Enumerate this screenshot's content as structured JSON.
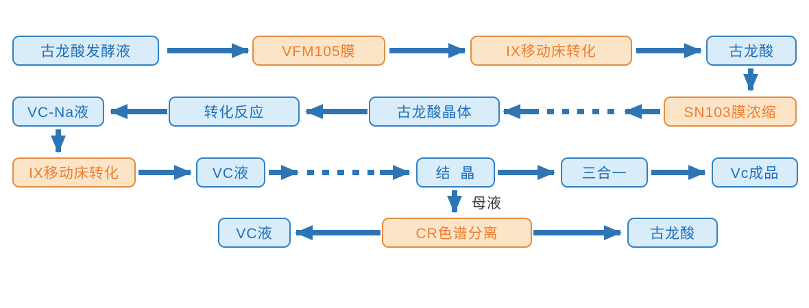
{
  "nodes": [
    {
      "label": "古龙酸发酵液",
      "type": "blue"
    },
    {
      "label": "VFM105膜",
      "type": "orange"
    },
    {
      "label": "IX移动床转化",
      "type": "orange"
    },
    {
      "label": "古龙酸",
      "type": "blue"
    },
    {
      "label": "VC-Na液",
      "type": "blue"
    },
    {
      "label": "转化反应",
      "type": "blue"
    },
    {
      "label": "古龙酸晶体",
      "type": "blue"
    },
    {
      "label": "SN103膜浓缩",
      "type": "orange"
    },
    {
      "label": "IX移动床转化",
      "type": "orange"
    },
    {
      "label": "VC液",
      "type": "blue"
    },
    {
      "label": "结  晶",
      "type": "blue"
    },
    {
      "label": "三合一",
      "type": "blue"
    },
    {
      "label": "Vc成品",
      "type": "blue"
    },
    {
      "label": "VC液",
      "type": "blue"
    },
    {
      "label": "CR色谱分离",
      "type": "orange"
    },
    {
      "label": "古龙酸",
      "type": "blue"
    }
  ],
  "labels": {
    "mother_liquor": "母液"
  },
  "edges": [
    {
      "from": "古龙酸发酵液",
      "to": "VFM105膜",
      "style": "solid"
    },
    {
      "from": "VFM105膜",
      "to": "IX移动床转化",
      "style": "solid"
    },
    {
      "from": "IX移动床转化",
      "to": "古龙酸",
      "style": "solid"
    },
    {
      "from": "古龙酸",
      "to": "SN103膜浓缩",
      "style": "solid"
    },
    {
      "from": "SN103膜浓缩",
      "to": "古龙酸晶体",
      "style": "dashed"
    },
    {
      "from": "古龙酸晶体",
      "to": "转化反应",
      "style": "solid"
    },
    {
      "from": "转化反应",
      "to": "VC-Na液",
      "style": "solid"
    },
    {
      "from": "VC-Na液",
      "to": "IX移动床转化",
      "style": "solid"
    },
    {
      "from": "IX移动床转化",
      "to": "VC液",
      "style": "solid"
    },
    {
      "from": "VC液",
      "to": "结晶",
      "style": "dashed"
    },
    {
      "from": "结晶",
      "to": "三合一",
      "style": "solid"
    },
    {
      "from": "三合一",
      "to": "Vc成品",
      "style": "solid"
    },
    {
      "from": "结晶",
      "to": "CR色谱分离",
      "style": "solid",
      "label": "母液"
    },
    {
      "from": "CR色谱分离",
      "to": "VC液",
      "style": "solid"
    },
    {
      "from": "CR色谱分离",
      "to": "古龙酸",
      "style": "solid"
    }
  ],
  "colors": {
    "arrow": "#2E75B6",
    "blue_fill": "#D9ECF9",
    "blue_border": "#3181C3",
    "blue_text": "#1E6FB8",
    "orange_fill": "#FCE4C6",
    "orange_border": "#E78C3D",
    "orange_text": "#ED7D31",
    "label_text": "#3A3A3A",
    "background": "#FFFFFF"
  }
}
